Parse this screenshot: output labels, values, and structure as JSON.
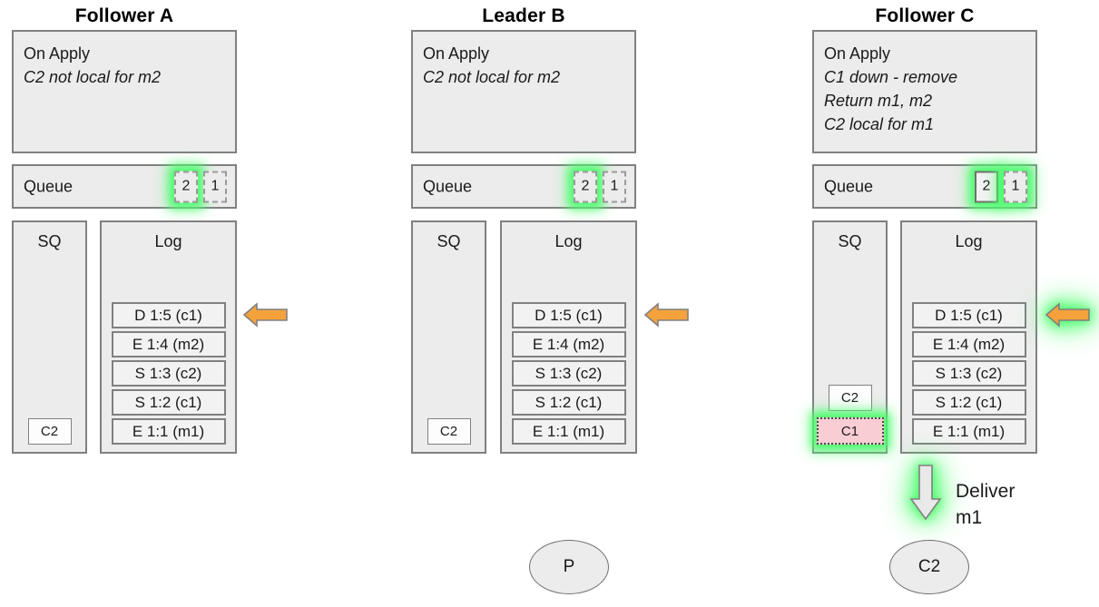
{
  "diagram": {
    "title_a": "Follower A",
    "title_b": "Leader B",
    "title_c": "Follower C",
    "queue_label": "Queue",
    "sq_label": "SQ",
    "log_label": "Log",
    "deliver_label": "Deliver\nm1",
    "colors": {
      "panel_fill": "#ececec",
      "panel_border": "#808080",
      "arrow_fill": "#f5a23c",
      "arrow_stroke": "#808080",
      "glow": "#4dfd6e",
      "pink_fill": "#f8cdd4",
      "deliver_arrow_fill": "#e8e8e8"
    }
  },
  "nodes": [
    {
      "id": "follower-a",
      "title": "Follower A",
      "apply": {
        "header": "On Apply",
        "lines": [
          "C2 not local for m2"
        ]
      },
      "queue": {
        "label": "Queue",
        "slots": [
          {
            "value": "2",
            "style": "dashed",
            "glow": true
          },
          {
            "value": "1",
            "style": "dashed",
            "glow": false
          }
        ]
      },
      "sq": {
        "label": "SQ",
        "items": [
          {
            "value": "C2",
            "style": "plain",
            "glow": false
          }
        ]
      },
      "log": {
        "label": "Log",
        "entries": [
          "E 1:1 (m1)",
          "S 1:2 (c1)",
          "S 1:3 (c2)",
          "E 1:4 (m2)",
          "D 1:5 (c1)"
        ]
      },
      "arrow": {
        "direction": "left",
        "glow": false,
        "target_entry": "D 1:5 (c1)"
      }
    },
    {
      "id": "leader-b",
      "title": "Leader B",
      "apply": {
        "header": "On Apply",
        "lines": [
          "C2 not local for m2"
        ]
      },
      "queue": {
        "label": "Queue",
        "slots": [
          {
            "value": "2",
            "style": "dashed",
            "glow": true
          },
          {
            "value": "1",
            "style": "dashed",
            "glow": false
          }
        ]
      },
      "sq": {
        "label": "SQ",
        "items": [
          {
            "value": "C2",
            "style": "plain",
            "glow": false
          }
        ]
      },
      "log": {
        "label": "Log",
        "entries": [
          "E 1:1 (m1)",
          "S 1:2 (c1)",
          "S 1:3 (c2)",
          "E 1:4 (m2)",
          "D 1:5 (c1)"
        ]
      },
      "arrow": {
        "direction": "left",
        "glow": false,
        "target_entry": "D 1:5 (c1)"
      }
    },
    {
      "id": "follower-c",
      "title": "Follower C",
      "apply": {
        "header": "On Apply",
        "lines": [
          "C1 down - remove",
          "Return m1, m2",
          "C2 local for m1"
        ]
      },
      "queue": {
        "label": "Queue",
        "slots": [
          {
            "value": "2",
            "style": "solid",
            "glow": true
          },
          {
            "value": "1",
            "style": "dashed",
            "glow": true
          }
        ]
      },
      "sq": {
        "label": "SQ",
        "items": [
          {
            "value": "C2",
            "style": "plain",
            "glow": false
          },
          {
            "value": "C1",
            "style": "pink",
            "glow": true
          }
        ]
      },
      "log": {
        "label": "Log",
        "entries": [
          "E 1:1 (m1)",
          "S 1:2 (c1)",
          "S 1:3 (c2)",
          "E 1:4 (m2)",
          "D 1:5 (c1)"
        ]
      },
      "arrow": {
        "direction": "left",
        "glow": true,
        "target_entry": "D 1:5 (c1)"
      }
    }
  ],
  "deliver": {
    "label": "Deliver\nm1",
    "arrow": {
      "direction": "down",
      "glow": true
    }
  },
  "ovals": [
    {
      "id": "oval-p",
      "label": "P"
    },
    {
      "id": "oval-c2",
      "label": "C2"
    }
  ]
}
